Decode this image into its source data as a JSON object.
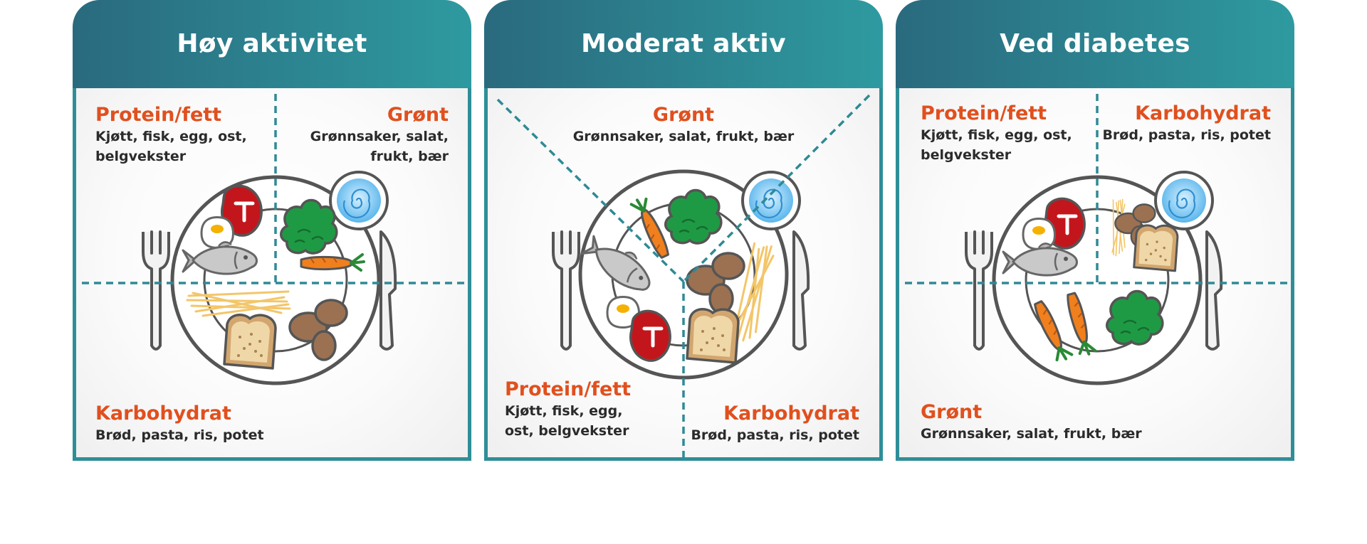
{
  "panels": [
    {
      "title": "Høy aktivitet",
      "sections": {
        "protein": {
          "title": "Protein/fett",
          "desc1": "Kjøtt, fisk, egg, ost,",
          "desc2": "belgvekster"
        },
        "gront": {
          "title": "Grønt",
          "desc1": "Grønnsaker, salat,",
          "desc2": "frukt, bær"
        },
        "karbo": {
          "title": "Karbohydrat",
          "desc1": "Brød, pasta, ris, potet"
        }
      }
    },
    {
      "title": "Moderat aktiv",
      "sections": {
        "gront": {
          "title": "Grønt",
          "desc1": "Grønnsaker, salat, frukt, bær"
        },
        "protein": {
          "title": "Protein/fett",
          "desc1": "Kjøtt, fisk, egg,",
          "desc2": "ost, belgvekster"
        },
        "karbo": {
          "title": "Karbohydrat",
          "desc1": "Brød, pasta, ris, potet"
        }
      }
    },
    {
      "title": "Ved diabetes",
      "sections": {
        "protein": {
          "title": "Protein/fett",
          "desc1": "Kjøtt, fisk, egg, ost,",
          "desc2": "belgvekster"
        },
        "karbo": {
          "title": "Karbohydrat",
          "desc1": "Brød, pasta, ris, potet"
        },
        "gront": {
          "title": "Grønt",
          "desc1": "Grønnsaker, salat, frukt, bær"
        }
      }
    }
  ],
  "colors": {
    "header_start": "#2a6a7e",
    "header_end": "#2e9aa0",
    "border": "#2e8e98",
    "label_title": "#e0501e",
    "label_text": "#2b2b2b",
    "divider": "#2e8a95",
    "plate_outline": "#555555"
  }
}
